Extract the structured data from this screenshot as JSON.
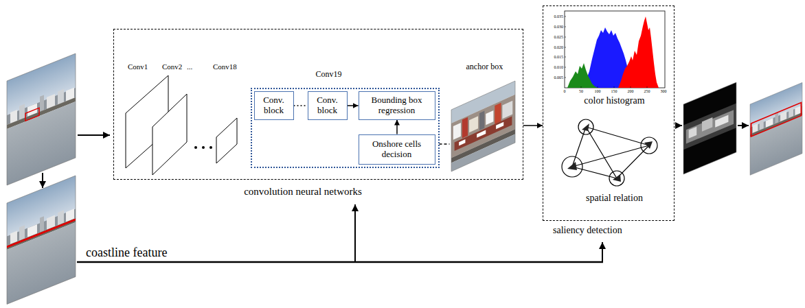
{
  "diagram": {
    "nodes": [
      {
        "text": [
          "convolution neural networks"
        ]
      },
      {
        "text": [
          "Conv19"
        ],
        "in": 0
      },
      {
        "text": [
          "Conv. block"
        ],
        "in": 1
      },
      {
        "text": [
          "Conv. block"
        ],
        "in": 1
      },
      {
        "text": [
          "Bounding box regression"
        ],
        "in": 1
      },
      {
        "text": [
          "Onshore cells decision"
        ],
        "in": 1
      },
      {
        "text": [
          "anchor box"
        ],
        "in": 0
      },
      {
        "text": [
          "saliency detection"
        ]
      },
      {
        "text": [
          "color histogram"
        ],
        "in": 7
      },
      {
        "text": [
          "spatial relation"
        ],
        "in": 7
      }
    ],
    "edges": [
      {
        "from": 2,
        "to": 3,
        "arrow": "none"
      },
      {
        "from": 3,
        "to": 4,
        "arrow": "to"
      },
      {
        "from": 5,
        "to": 4,
        "arrow": "to"
      },
      {
        "from": 1,
        "to": 6,
        "arrow": "none"
      },
      {
        "from": 0,
        "to": 7,
        "arrow": "to"
      }
    ],
    "labels": [
      "Conv1",
      "Conv2",
      "...",
      "Conv18",
      "0",
      "50",
      "100",
      "150",
      "200",
      "250",
      "300",
      "0.005",
      "0.010",
      "0.015",
      "0.020",
      "0.025",
      "0.030",
      "0.035",
      "coastline feature"
    ]
  }
}
